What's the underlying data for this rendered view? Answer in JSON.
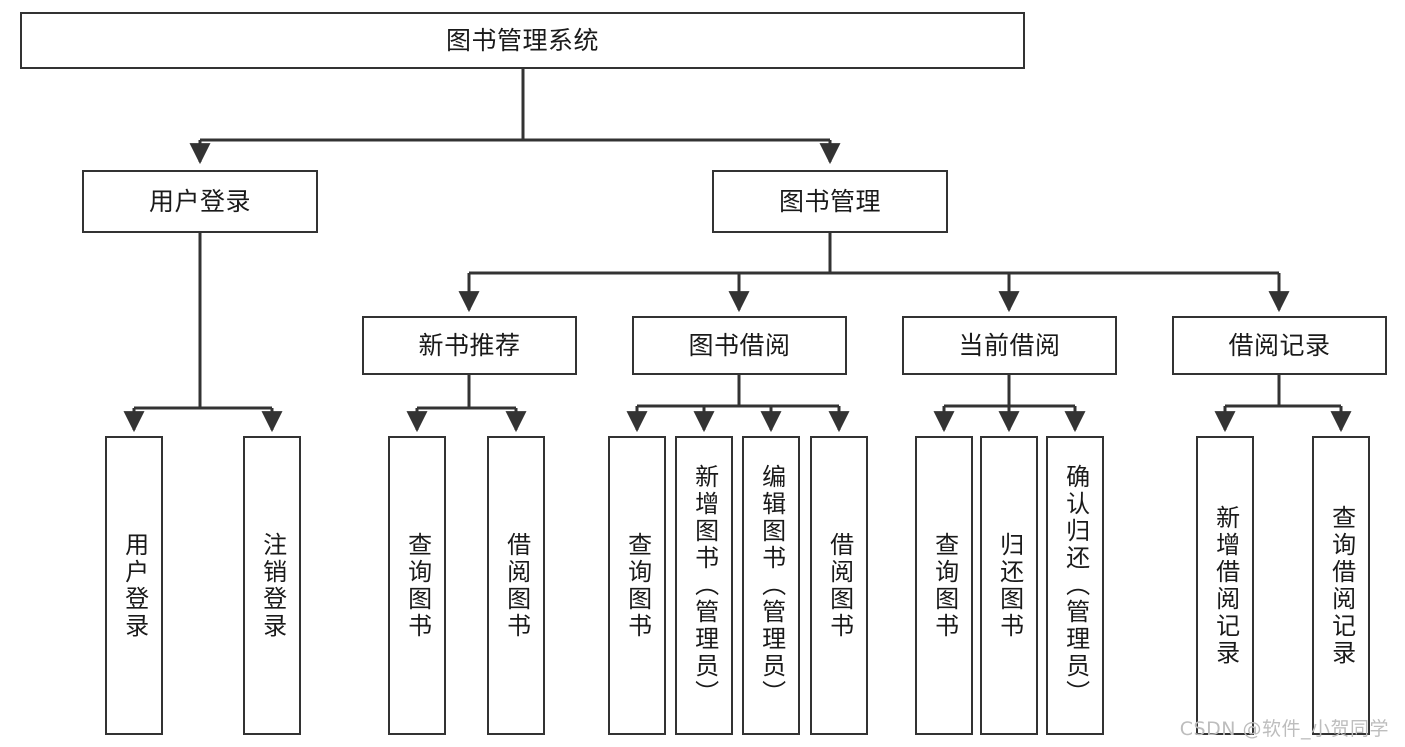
{
  "diagram": {
    "title": "图书管理系统",
    "watermark": "CSDN @软件_小贺同学",
    "colors": {
      "stroke": "#333333",
      "fill": "#ffffff",
      "text": "#1a1a1a",
      "watermark": "#bdbdbd"
    },
    "root": {
      "label": "图书管理系统"
    },
    "level2": [
      {
        "label": "用户登录"
      },
      {
        "label": "图书管理"
      }
    ],
    "level3": [
      {
        "label": "新书推荐"
      },
      {
        "label": "图书借阅"
      },
      {
        "label": "当前借阅"
      },
      {
        "label": "借阅记录"
      }
    ],
    "leaves": {
      "user_login": [
        {
          "label": "用户登录"
        },
        {
          "label": "注销登录"
        }
      ],
      "new_book": [
        {
          "label": "查询图书"
        },
        {
          "label": "借阅图书"
        }
      ],
      "book_borrow": [
        {
          "label": "查询图书"
        },
        {
          "label": "新增图书（管理员）"
        },
        {
          "label": "编辑图书（管理员）"
        },
        {
          "label": "借阅图书"
        }
      ],
      "current_borrow": [
        {
          "label": "查询图书"
        },
        {
          "label": "归还图书"
        },
        {
          "label": "确认归还（管理员）"
        }
      ],
      "borrow_record": [
        {
          "label": "新增借阅记录"
        },
        {
          "label": "查询借阅记录"
        }
      ]
    }
  }
}
